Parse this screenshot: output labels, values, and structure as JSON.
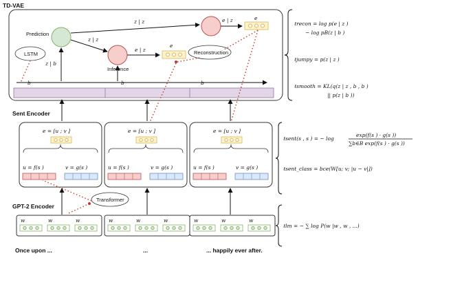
{
  "sections": {
    "tdvae": "TD-VAE",
    "sent_encoder": "Sent Encoder",
    "gpt2_encoder": "GPT-2 Encoder"
  },
  "nodes": {
    "prediction": "Prediction",
    "inference": "Inference",
    "lstm": "LSTM",
    "reconstruction": "Reconstruction",
    "transformer": "Transformer"
  },
  "tdvae_labels": {
    "b_t1": "b",
    "b_t2": "b",
    "b_tn": "b",
    "z_b1": "z | b",
    "z21": "z | z",
    "z2_z1": "z | z",
    "e_z2": "e | z",
    "e_zn": "e | z",
    "e_t2": "e",
    "e_tn": "e"
  },
  "sent_boxes": [
    {
      "eq": "e = [u ; v ]",
      "u": "u = f(s )",
      "v": "v = g(s )"
    },
    {
      "eq": "e = [u ; v ]",
      "u": "u = f(s )",
      "v": "v = g(s )"
    },
    {
      "eq": "e = [u ; v ]",
      "u": "u = f(s )",
      "v": "v = g(s )"
    }
  ],
  "gpt2_words": [
    "w",
    "w",
    "w",
    "w",
    "w",
    "w",
    "w",
    "w",
    "w"
  ],
  "bottom_text": [
    "Once upon ...",
    "...",
    "... happily ever after."
  ],
  "losses": {
    "recon_1": "ℓrecon = log p(e | z )",
    "recon_2": "− log pB(z | b )",
    "jumpy": "ℓjumpy = p(z | z )",
    "smooth_1": "ℓsmooth = KL(q(z | z , b , b )",
    "smooth_2": "|| p(z | b ))",
    "sent": "ℓsent(s , s ) = − log",
    "sent_num": "exp(f(s ) · g(s ))",
    "sent_den": "∑b∈B exp(f(s ) · g(s ))",
    "sent_class": "ℓsent_class = bce(W[u; v; |u − v|])",
    "lm": "ℓlm = − ∑ log P(w |w , w , ...)"
  },
  "colors": {
    "prediction_fill": "#d5e8d4",
    "prediction_stroke": "#82b366",
    "inference_fill": "#f8cecc",
    "inference_stroke": "#b85450",
    "token_fill": "#fff2cc",
    "token_stroke": "#d6b656",
    "u_fill": "#f8cecc",
    "v_fill": "#dae8fc",
    "lstm_bar": "#e1d5e7",
    "dotted": "#c0392b"
  }
}
